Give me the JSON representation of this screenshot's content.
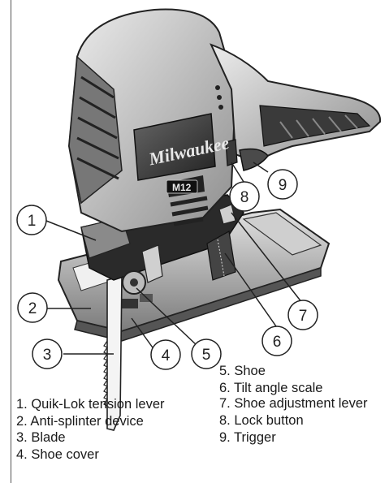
{
  "brand": {
    "logo_text": "Milwaukee",
    "model_badge": "M12"
  },
  "callouts": [
    {
      "num": "1"
    },
    {
      "num": "2"
    },
    {
      "num": "3"
    },
    {
      "num": "4"
    },
    {
      "num": "5"
    },
    {
      "num": "6"
    },
    {
      "num": "7"
    },
    {
      "num": "8"
    },
    {
      "num": "9"
    }
  ],
  "legend_left": [
    "1. Quik-Lok tension lever",
    "2. Anti-splinter device",
    "3. Blade",
    "4. Shoe cover"
  ],
  "legend_right": [
    "5. Shoe",
    "6. Tilt angle scale",
    "7. Shoe adjustment lever",
    "8. Lock button",
    "9. Trigger"
  ],
  "colors": {
    "ink": "#1a1a1a",
    "body_light": "#d8d8d8",
    "body_mid": "#9a9a9a",
    "body_dark": "#3a3a3a"
  }
}
